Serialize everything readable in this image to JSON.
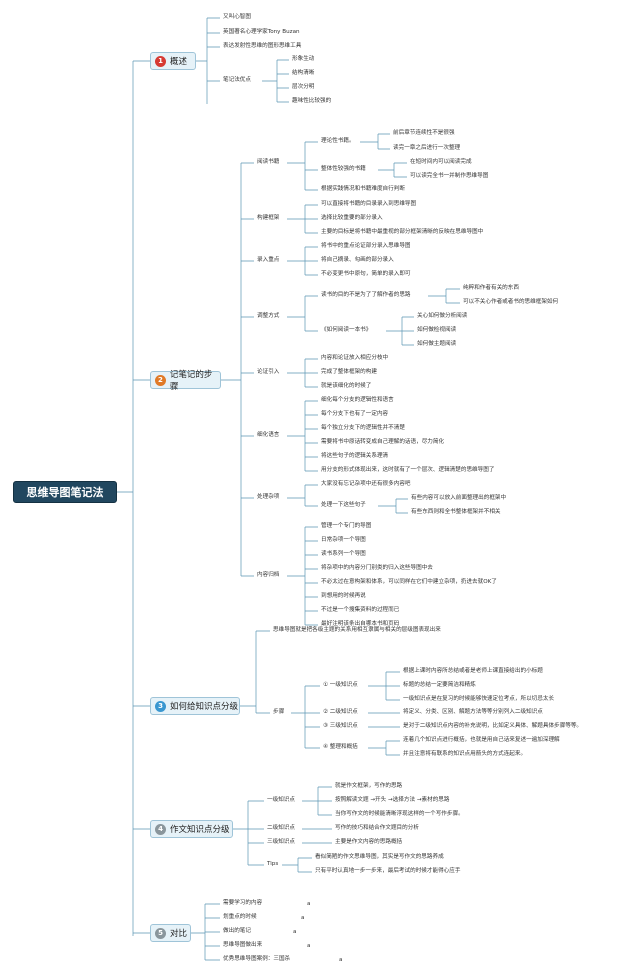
{
  "title": "思维导图笔记法",
  "colors": {
    "root": "#21475f",
    "line": "#5b95b4",
    "num_red": "#d63a33",
    "num_orange": "#e07a28",
    "num_blue": "#3a97d0",
    "num_gray": "#8a969c"
  },
  "sections": {
    "s1": {
      "num": "1",
      "label": "概述"
    },
    "s2": {
      "num": "2",
      "label": "记笔记的步骤"
    },
    "s3": {
      "num": "3",
      "label": "如何给知识点分级"
    },
    "s4": {
      "num": "4",
      "label": "作文知识点分级"
    },
    "s5": {
      "num": "5",
      "label": "对比"
    }
  },
  "s1": {
    "items": [
      "又叫心智图",
      "英国著名心理学家Tony Buzan",
      "表达发射性思维的图形思维工具"
    ],
    "notes_label": "笔记法优点",
    "notes": [
      "形象生动",
      "结构清晰",
      "层次分明",
      "趣味性比较强的"
    ]
  },
  "s2": {
    "read": {
      "label": "阅读书籍",
      "theory": "理论性书籍。",
      "theory_items": [
        "前后章节连续性不是很强",
        "读完一章之后进行一次整理"
      ],
      "whole": "整体性较强的书籍",
      "whole_items": [
        "在短时间内可以阅读完成",
        "可以读完全书一并制作思维导图"
      ],
      "tail": "根据实践情况和书籍难度自行判断"
    },
    "frame": {
      "label": "构建框架",
      "items": [
        "可以直接将书籍的目录录入到思维导图",
        "选择比较重要的部分录入",
        "主要的目标是将书籍中最重视的部分框架清晰的反映在思维导图中"
      ]
    },
    "key": {
      "label": "录入重点",
      "items": [
        "将书中的重点论证部分录入思维导图",
        "将自己摘录、勾画的部分录入",
        "不必变更书中原句，简单的录入即可"
      ]
    },
    "adjust": {
      "label": "调整方式",
      "purpose": "读书的目的不是为了了解作者的思路",
      "purpose_items": [
        "纯粹和作者有关的东西",
        "可以不关心作者或者书的思维框架如何"
      ],
      "book": "《如何阅读一本书》",
      "book_items": [
        "关心如何做分析阅读",
        "如何做检视阅读",
        "如何做主题阅读"
      ]
    },
    "argue": {
      "label": "论证引入",
      "items": [
        "内容和论证放入相应分枝中",
        "完成了整体框架的构建",
        "就是该细化的时候了"
      ]
    },
    "refine": {
      "label": "细化语言",
      "items": [
        "细化每个分支的逻辑性和语言",
        "每个分支下也有了一定内容",
        "每个独立分支下的逻辑性并不清楚",
        "需要将书中原话转变成自己理解的话语，尽力简化",
        "将这些句子的逻辑关系理清",
        "用分支的形式体现出来，这时就有了一个层次、逻辑清楚的思维导图了"
      ]
    },
    "misc": {
      "label": "处理杂项",
      "first": "大家没有忘记杂项中还有很多内容吧",
      "sub": "处理一下这些句子",
      "sub_items": [
        "有些内容可以放入前面整理出的框架中",
        "有些东西则和全书整体框架并不相关"
      ]
    },
    "archive": {
      "label": "内容归档",
      "items": [
        "管理一个专门的导图",
        "日常杂项一个导图",
        "读书系列一个导图",
        "将杂项中的内容分门别类的归入这些导图中去",
        "不必太过在意构架和体系，可以同样在它们中建立杂项，扔进去就OK了",
        "到想用的时候再说",
        "不过是一个搜集资料的过程而已",
        "最好注明该条出自哪本书和页码"
      ]
    }
  },
  "s3": {
    "intro": "思维导图就是把各级主题的关系用相互隶属与相关的层级图表现出来",
    "steps": "步骤",
    "l1": {
      "label": "① 一级知识点",
      "items": [
        "根据上课时内容所总结或者是老师上课直接给出的小标题",
        "标题的总结一定要简洁和精炼",
        "一级知识点是在复习的时候能够快速定位考点，所以切忌太长"
      ]
    },
    "l2": {
      "label": "② 二级知识点",
      "text": "将定义、分类、区别、解题方法等等分别列入二级知识点"
    },
    "l3": {
      "label": "③ 三级知识点",
      "text": "是对于二级知识点内容的补充说明，比如定义具体、解题具体步骤等等。"
    },
    "l4": {
      "label": "④ 整理和概括",
      "items": [
        "连着几个知识点进行概括，也就是用自己话来复述一遍加深理解",
        "并且注意将有联系的知识点用箭头的方式连起来。"
      ]
    }
  },
  "s4": {
    "l1": {
      "label": "一级知识点",
      "items": [
        "就是作文框架，写作的思路",
        "按照解读文题 →开头 →选择方法 →素材的思路",
        "当你写作文的时候能清晰浮现这样的一个写作步骤。"
      ]
    },
    "l2": {
      "label": "二级知识点",
      "text": "写作的技巧和结合作文题目的分析"
    },
    "l3": {
      "label": "三级知识点",
      "text": "主要是作文内容的思路概括"
    },
    "tips": {
      "label": "Tips",
      "items": [
        "看似简陋的作文思维导图，其实是写作文的思路养成",
        "只有平时认真地一步一步来，最后考试的时候才能得心应手"
      ]
    }
  },
  "s5": {
    "items": [
      "需要学习的内容",
      "划重点的时候",
      "做出的笔记",
      "思维导图做出来",
      "优秀思维导图案例：三国杀"
    ],
    "marks": [
      "a",
      "a",
      "a",
      "a",
      "a"
    ]
  }
}
